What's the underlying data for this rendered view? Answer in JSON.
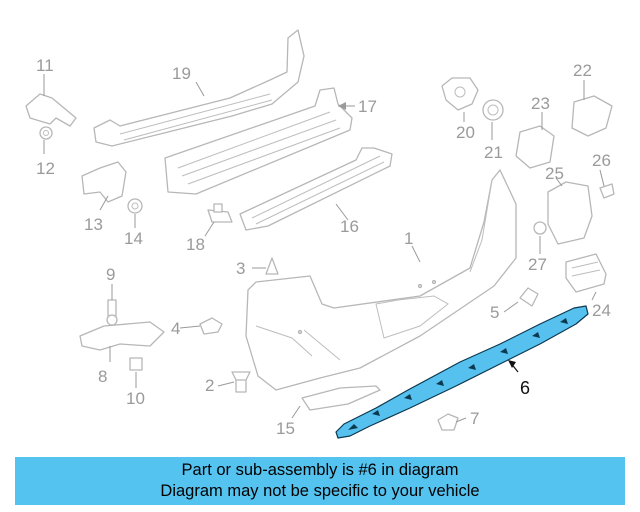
{
  "diagram": {
    "highlighted_part": "6",
    "callouts": [
      "1",
      "2",
      "3",
      "4",
      "5",
      "6",
      "7",
      "8",
      "9",
      "10",
      "11",
      "12",
      "13",
      "14",
      "15",
      "16",
      "17",
      "18",
      "19",
      "20",
      "21",
      "22",
      "23",
      "24",
      "25",
      "26",
      "27"
    ],
    "colors": {
      "part_stroke": "#b7b7b7",
      "label_gray": "#9a9a9a",
      "highlight_fill": "#56c1ee",
      "highlight_stroke": "#0d3950"
    }
  },
  "banner": {
    "line1": "Part or sub-assembly is #6 in diagram",
    "line2": "Diagram may not be specific to your vehicle",
    "background": "#55c3f0"
  }
}
